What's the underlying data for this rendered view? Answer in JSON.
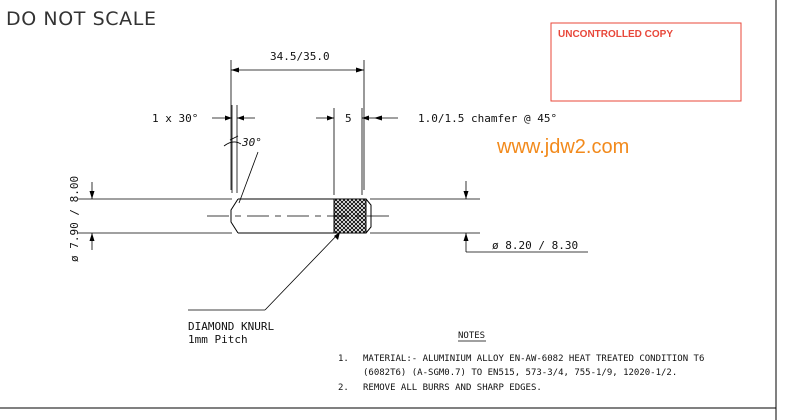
{
  "header": {
    "title": "DO NOT SCALE"
  },
  "stamp": {
    "label": "UNCONTROLLED COPY",
    "border_color": "#e8473a"
  },
  "watermark": {
    "text": "www.jdw2.com",
    "color": "#f28a1c"
  },
  "dimensions": {
    "overall_length": "34.5/35.0",
    "chamfer_left": "1 x 30°",
    "knurl_length": "5",
    "chamfer_right": "1.0/1.5 chamfer @ 45°",
    "chamfer_angle": "30°",
    "diameter_left": "ø 7.90 / 8.00",
    "diameter_right": "ø 8.20 / 8.30"
  },
  "callout": {
    "line1": "DIAMOND KNURL",
    "line2": "1mm Pitch"
  },
  "notes": {
    "heading": "NOTES",
    "items": [
      {
        "num": "1.",
        "text": "MATERIAL:- ALUMINIUM ALLOY EN-AW-6082 HEAT TREATED CONDITION T6"
      },
      {
        "num": "",
        "text": "(6082T6) (A-SGM0.7) TO EN515, 573-3/4, 755-1/9, 12020-1/2."
      },
      {
        "num": "2.",
        "text": "REMOVE ALL BURRS AND SHARP EDGES."
      }
    ]
  }
}
